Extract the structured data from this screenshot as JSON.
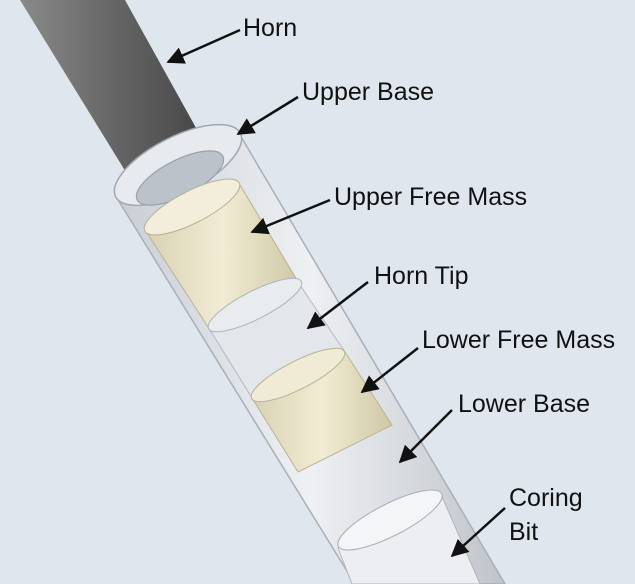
{
  "labels": {
    "horn": "Horn",
    "upper_base": "Upper Base",
    "upper_free_mass": "Upper Free Mass",
    "horn_tip": "Horn Tip",
    "lower_free_mass": "Lower Free Mass",
    "lower_base": "Lower Base",
    "coring_bit_line1": "Coring",
    "coring_bit_line2": "Bit"
  },
  "colors": {
    "background": "#dfe6ee",
    "horn": "#5e5e5e",
    "tube": "#dde1e6",
    "free_mass": "#ece6cb",
    "text": "#111111",
    "arrow": "#111111"
  }
}
